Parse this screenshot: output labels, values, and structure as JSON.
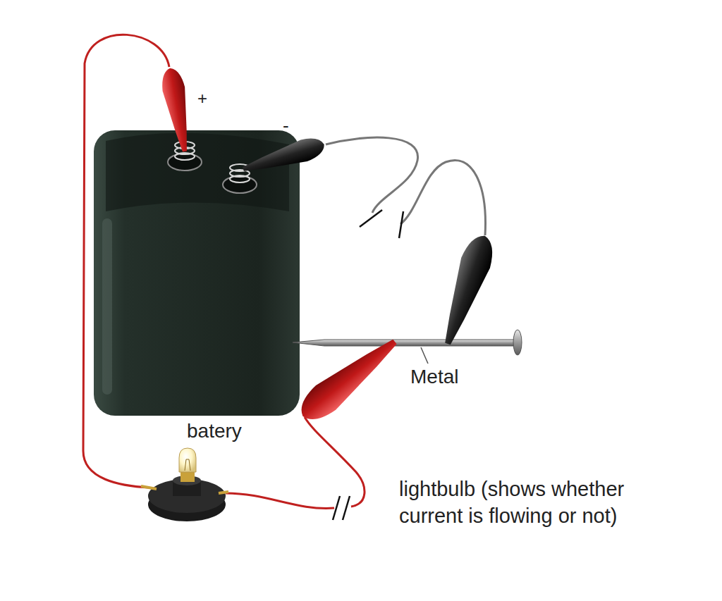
{
  "diagram": {
    "labels": [
      "+",
      "-",
      "batery",
      "Metal",
      "lightbulb (shows whether current is flowing or not)"
    ]
  }
}
